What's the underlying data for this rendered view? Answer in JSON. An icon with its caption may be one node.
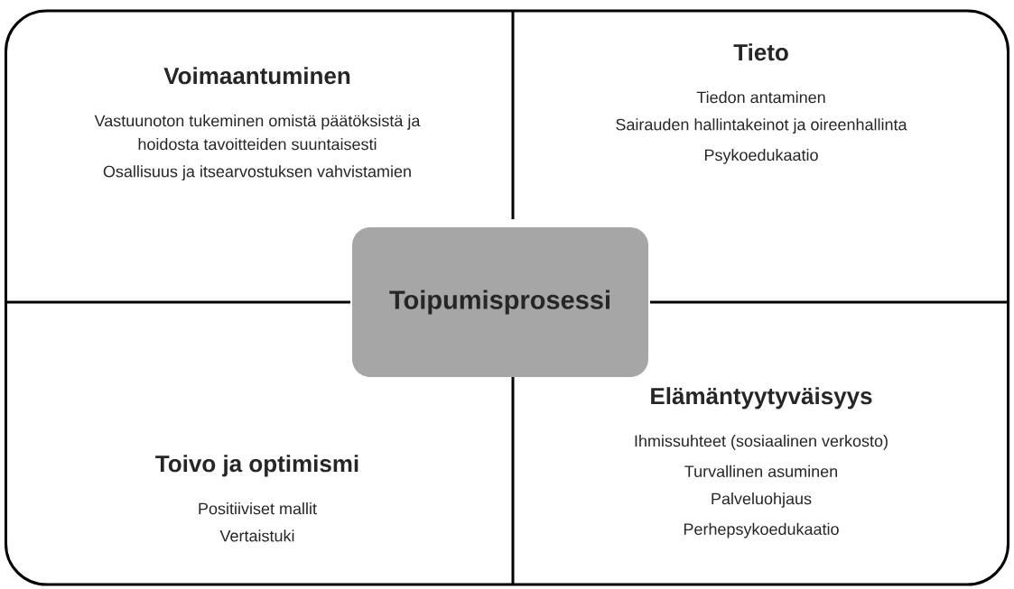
{
  "diagram": {
    "nodes": [
      {
        "text": [],
        "shape": "box"
      },
      {
        "text": [
          "Voimaantuminen",
          "Vastuunoton tukeminen omistä päätöksistä ja hoidosta tavoitteiden suuntaisesti",
          "Osallisuus ja itsearvostuksen vahvistamien"
        ],
        "in": 0
      },
      {
        "text": [
          "Tieto",
          "Tiedon antaminen",
          "Sairauden hallintakeinot ja oireenhallinta",
          "Psykoedukaatio"
        ],
        "in": 0
      },
      {
        "text": [
          "Toipumisprosessi"
        ],
        "in": 0
      },
      {
        "text": [
          "Toivo ja optimismi",
          "Positiiviset mallit",
          "Vertaistuki"
        ],
        "in": 0
      },
      {
        "text": [
          "Elämäntyytyväisyys",
          "Ihmissuhteet (sosiaalinen verkosto)",
          "Turvallinen asuminen",
          "Palveluohjaus",
          "Perhepsykoedukaatio"
        ],
        "in": 0
      }
    ]
  }
}
